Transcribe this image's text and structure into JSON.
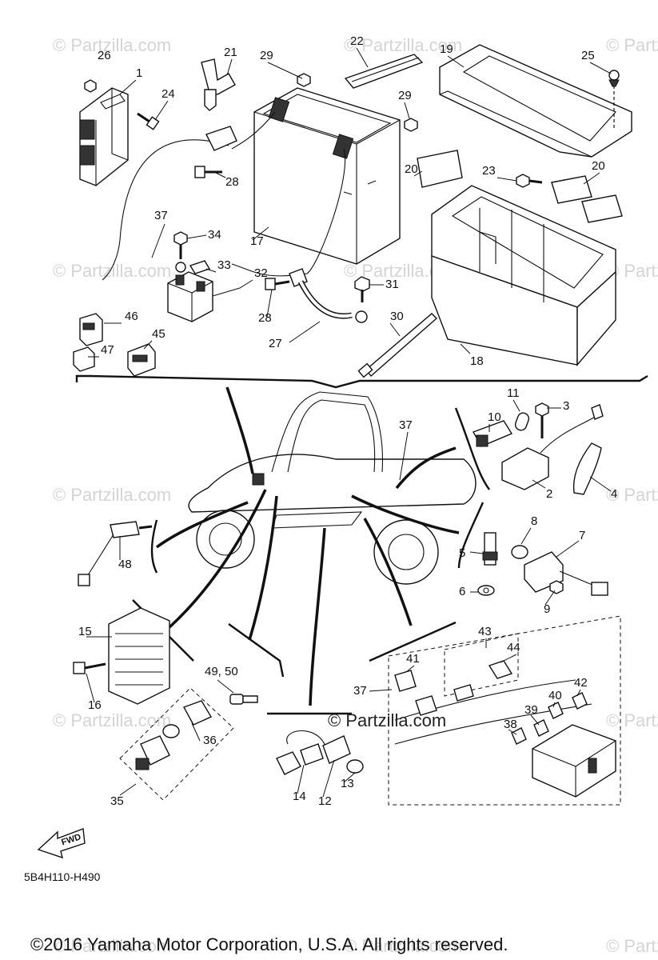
{
  "watermarks": [
    "© Partzilla.com"
  ],
  "center_watermark": "© Partzilla.com",
  "diagram_code": "5B4H110-H490",
  "copyright": "©2016 Yamaha Motor Corporation, U.S.A. All rights reserved.",
  "fwd_label": "FWD",
  "callouts": {
    "c1": "1",
    "c2": "2",
    "c3": "3",
    "c4": "4",
    "c5": "5",
    "c6": "6",
    "c7": "7",
    "c8": "8",
    "c9": "9",
    "c10": "10",
    "c11": "11",
    "c12": "12",
    "c13": "13",
    "c14": "14",
    "c15": "15",
    "c16": "16",
    "c17": "17",
    "c18": "18",
    "c19": "19",
    "c20a": "20",
    "c20b": "20",
    "c21": "21",
    "c22": "22",
    "c23": "23",
    "c24": "24",
    "c25": "25",
    "c26": "26",
    "c27": "27",
    "c28a": "28",
    "c28b": "28",
    "c29a": "29",
    "c29b": "29",
    "c30": "30",
    "c31": "31",
    "c32": "32",
    "c33": "33",
    "c34": "34",
    "c35": "35",
    "c36": "36",
    "c37a": "37",
    "c37b": "37",
    "c37c": "37",
    "c38": "38",
    "c39": "39",
    "c40": "40",
    "c41": "41",
    "c42": "42",
    "c43": "43",
    "c44": "44",
    "c45": "45",
    "c46": "46",
    "c47": "47",
    "c48": "48",
    "c4950": "49, 50"
  }
}
